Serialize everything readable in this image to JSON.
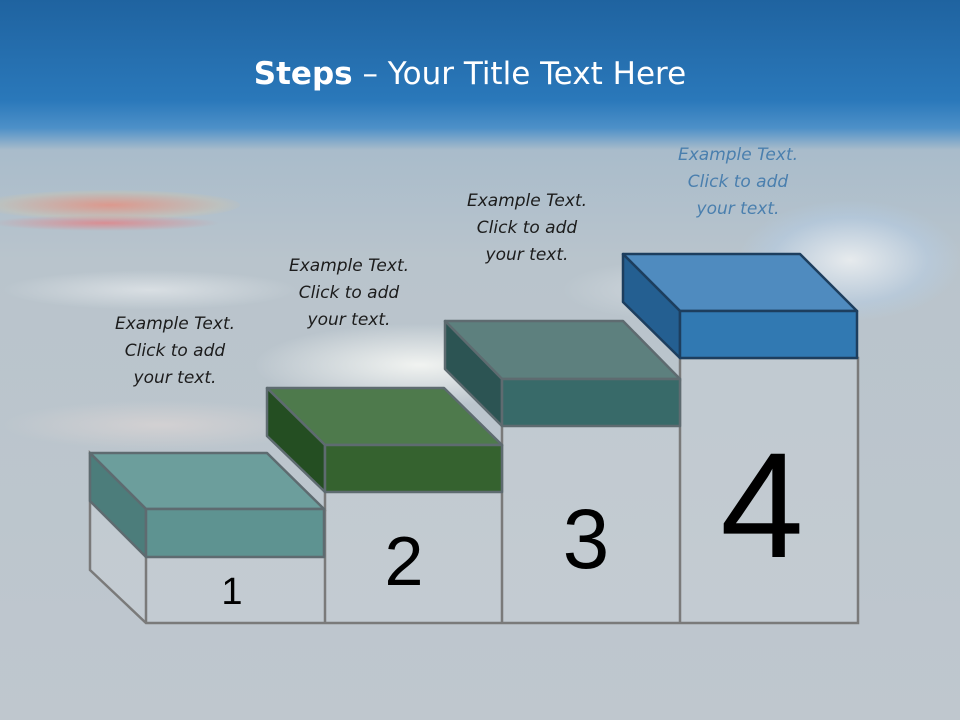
{
  "title": {
    "bold": "Steps",
    "rest": " – Your Title Text Here"
  },
  "steps": [
    {
      "number": "1",
      "lines": [
        "Example Text.",
        "Click  to add",
        "your text."
      ],
      "top_color": "#6c9e9c",
      "front_color": "#5e9391",
      "side_color": "#4c7d7b"
    },
    {
      "number": "2",
      "lines": [
        "Example Text.",
        "Click  to add",
        "your text."
      ],
      "top_color": "#4e7a4c",
      "front_color": "#35622f",
      "side_color": "#244e22"
    },
    {
      "number": "3",
      "lines": [
        "Example Text.",
        "Click  to add",
        "your text."
      ],
      "top_color": "#5d807e",
      "front_color": "#386a69",
      "side_color": "#2c5453"
    },
    {
      "number": "4",
      "lines": [
        "Example Text.",
        "Click  to add",
        "your text."
      ],
      "top_color": "#4f8bbf",
      "front_color": "#3179b2",
      "side_color": "#245f91"
    }
  ]
}
